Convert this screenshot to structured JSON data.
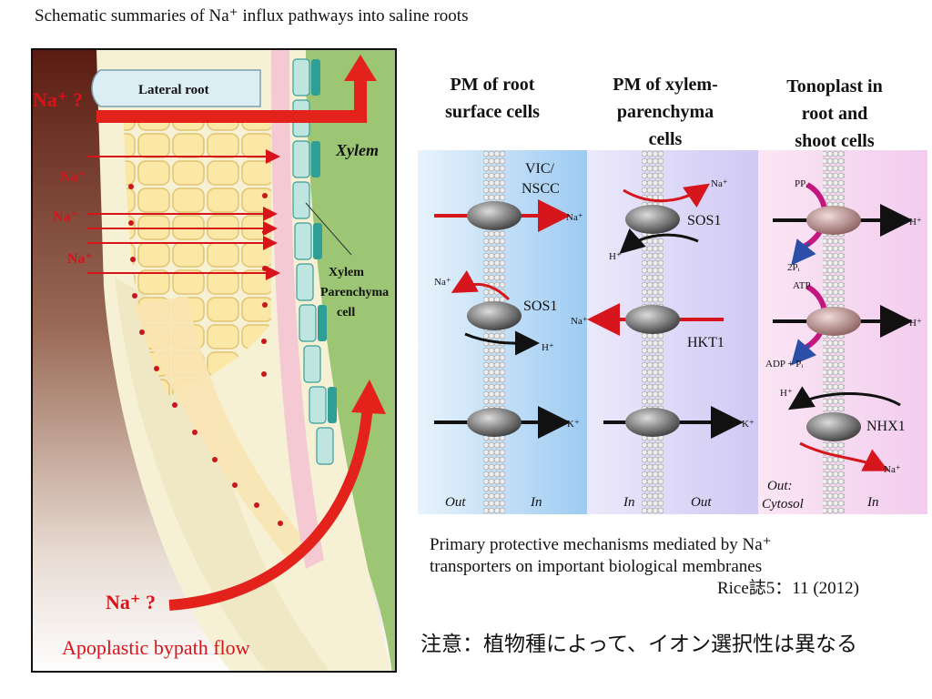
{
  "title": "Schematic summaries of Na⁺ influx pathways into saline roots",
  "root_diagram": {
    "lateral_root": "Lateral root",
    "na_top": "Na⁺ ?",
    "na_left_1": "Na⁺",
    "na_left_2": "Na⁺",
    "na_left_3": "Na⁺",
    "xylem": "Xylem",
    "xylem_parenchyma": [
      "Xylem",
      "Parenchyma",
      "cell"
    ],
    "na_bottom": "Na⁺ ?",
    "apoplastic": "Apoplastic bypath flow",
    "colors": {
      "na_text": "#d8131a",
      "arrow": "#e3221b",
      "xylem_green": "#98c26e"
    }
  },
  "membrane_diagram": {
    "col1_header": [
      "PM of root",
      "surface cells"
    ],
    "col2_header": [
      "PM of xylem-",
      "parenchyma",
      "cells"
    ],
    "col3_header": [
      "Tonoplast in",
      "root and",
      "shoot cells"
    ],
    "vic_nscc": [
      "VIC/",
      "NSCC"
    ],
    "sos1": "SOS1",
    "hkt1": "HKT1",
    "nhx1": "NHX1",
    "na": "Na⁺",
    "h": "H⁺",
    "k": "K⁺",
    "ppi": "PPᵢ",
    "two_pi": "2Pᵢ",
    "atp": "ATP",
    "adp_pi": "ADP + Pᵢ",
    "out": "Out",
    "in": "In",
    "out_cytosol": [
      "Out:",
      "Cytosol"
    ],
    "colors": {
      "blue_bg": "#9ecbf2",
      "violet_bg": "#d9d3f7",
      "pink_bg": "#f4d3ef",
      "red": "#d6151c",
      "black": "#111111"
    }
  },
  "caption": {
    "line1": "Primary protective mechanisms mediated by Na⁺",
    "line2": "transporters on important biological membranes",
    "citation": "Rice誌5：11 (2012)"
  },
  "note": "注意：植物種によって、イオン選択性は異なる"
}
